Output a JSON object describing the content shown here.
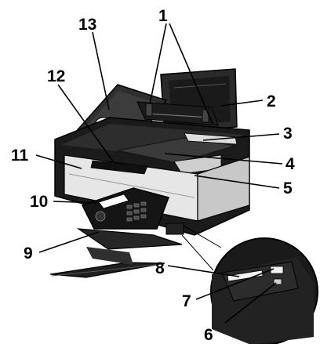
{
  "diagram": {
    "subject": "All-in-one printer with numbered part callouts",
    "callouts": [
      {
        "number": "1"
      },
      {
        "number": "2"
      },
      {
        "number": "3"
      },
      {
        "number": "4"
      },
      {
        "number": "5"
      },
      {
        "number": "6"
      },
      {
        "number": "7"
      },
      {
        "number": "8"
      },
      {
        "number": "9"
      },
      {
        "number": "10"
      },
      {
        "number": "11"
      },
      {
        "number": "12"
      },
      {
        "number": "13"
      }
    ]
  },
  "colors": {
    "body_dark": "#1b1b1b",
    "body_mid": "#3a3a3a",
    "panel_light": "#e6e6e6",
    "white": "#ffffff",
    "line": "#000000"
  }
}
